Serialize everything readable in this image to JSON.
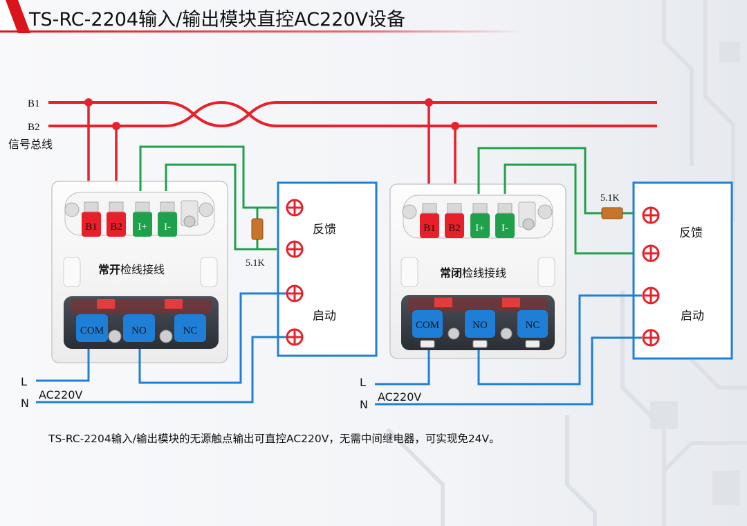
{
  "title": "TS-RC-2204输入/输出模块直控AC220V设备",
  "bus": {
    "b1": "B1",
    "b2": "B2",
    "caption": "信号总线"
  },
  "modules": [
    {
      "caption_bold": "常开",
      "caption_rest": "检线接线",
      "terminals": [
        "B1",
        "B2",
        "I+",
        "I-"
      ],
      "relay": [
        "COM",
        "NO",
        "NC"
      ],
      "resistor": "5.1K",
      "feedback": "反馈",
      "start": "启动",
      "power_l": "L",
      "power_n": "N",
      "power_label": "AC220V"
    },
    {
      "caption_bold": "常闭",
      "caption_rest": "检线接线",
      "terminals": [
        "B1",
        "B2",
        "I+",
        "I-"
      ],
      "relay": [
        "COM",
        "NO",
        "NC"
      ],
      "resistor": "5.1K",
      "feedback": "反馈",
      "start": "启动",
      "power_l": "L",
      "power_n": "N",
      "power_label": "AC220V"
    }
  ],
  "note": "TS-RC-2204输入/输出模块的无源触点输出可直控AC220V，无需中间继电器，可实现免24V。",
  "colors": {
    "bus": "#e8202a",
    "terminal_red": "#e8202a",
    "terminal_green": "#1fa04a",
    "signal_wire": "#1fa04a",
    "power_wire": "#1f7fd6",
    "relay_blue": "#1f7fd6",
    "resistor": "#c8742a",
    "title_red": "#d9141c"
  }
}
